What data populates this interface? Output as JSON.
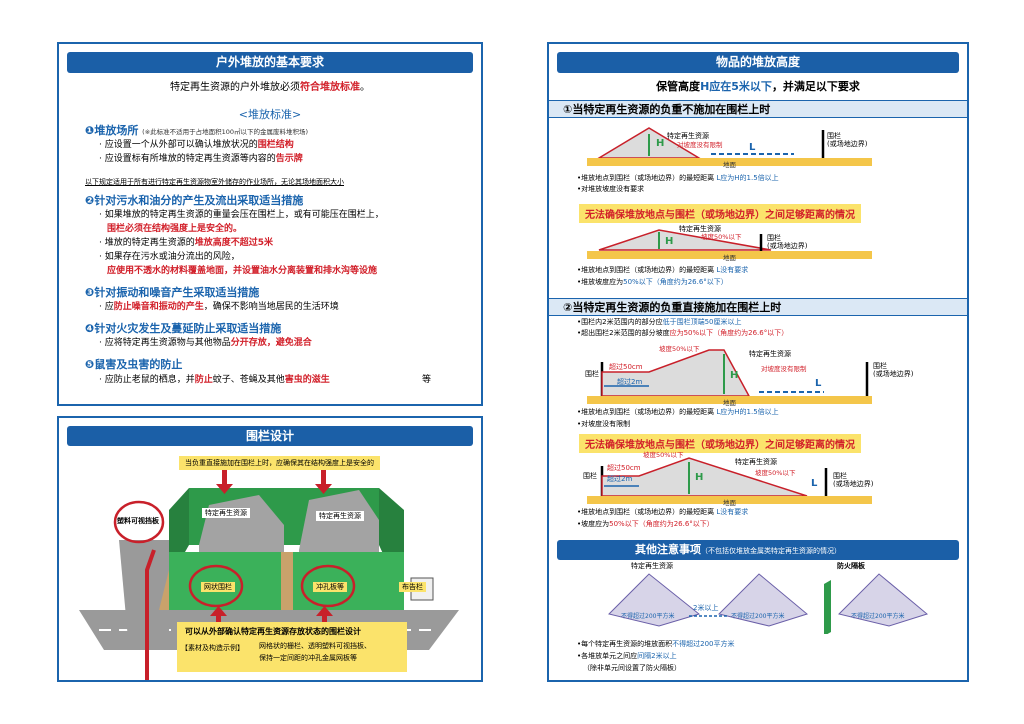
{
  "left_top": {
    "title": "户外堆放的基本要求",
    "intro_pre": "特定再生资源的户外堆放必须",
    "intro_hl": "符合堆放标准",
    "intro_post": "。",
    "std_title": "<堆放标准>",
    "s1_title": "❶堆放场所",
    "s1_note": "(※此标准不适用于占地面积100㎡以下的金属废料堆积场)",
    "s1_l1_pre": "· 应设置一个从外部可以确认堆放状况的",
    "s1_l1_hl": "围栏结构",
    "s1_l2_pre": "· 应设置标有所堆放的特定再生资源等内容的",
    "s1_l2_hl": "告示牌",
    "rule_note": "以下规定适用于所有进行特定再生资源物室外储存的作业场所，无论其场地面积大小",
    "s2_title": "❷针对污水和油分的产生及流出采取适当措施",
    "s2_l1": "· 如果堆放的特定再生资源的重量会压在围栏上，或有可能压在围栏上，",
    "s2_l2": "围栏必须在结构强度上是安全的。",
    "s2_l3_pre": "· 堆放的特定再生资源的",
    "s2_l3_hl": "堆放高度不超过5米",
    "s2_l4": "· 如果存在污水或油分流出的风险，",
    "s2_l5": "应使用不透水的材料覆盖地面，并设置油水分离装置和排水沟等设施",
    "s3_title": "❸针对振动和噪音产生采取适当措施",
    "s3_l1_pre": "· 应",
    "s3_l1_hl": "防止噪音和振动的产生",
    "s3_l1_post": "，确保不影响当地居民的生活环境",
    "s4_title": "❹针对火灾发生及蔓延防止采取适当措施",
    "s4_l1_pre": "· 应将特定再生资源物与其他物品",
    "s4_l1_hl": "分开存放，避免混合",
    "s5_title": "❺鼠害及虫害的防止",
    "s5_l1_pre": "· 应防止老鼠的栖息，并",
    "s5_l1_hl1": "防止",
    "s5_l1_mid": "蚊子、苍蝇及其他",
    "s5_l1_hl2": "害虫的滋生",
    "s5_etc": "等"
  },
  "left_bottom": {
    "title": "围栏设计",
    "top_note": "当负重直接施加在围栏上时，应确保其在结构强度上是安全的",
    "label_plastic": "塑料可视挡板",
    "label_res1": "特定再生资源",
    "label_res2": "特定再生资源",
    "label_mesh": "网状围栏",
    "label_perf": "冲孔板等",
    "label_sign": "布告栏",
    "bottom_main": "可以从外部确认特定再生资源存放状态的围栏设计",
    "bottom_tag": "【素材及构造示例】",
    "bottom_l1": "网格状的栅栏、透明塑料可视挡板、",
    "bottom_l2": "保持一定间距的冲孔金属网板等"
  },
  "right": {
    "title": "物品的堆放高度",
    "sub_pre": "保管高度",
    "sub_hl": "H应在5米以下",
    "sub_post": "，并满足以下要求",
    "sec1": "①当特定再生资源的负重不施加在围栏上时",
    "res": "特定再生资源",
    "no_limit": "对坡度没有限制",
    "fence": "围栏",
    "fence_sub": "(或场地边界)",
    "ground": "地面",
    "H": "H",
    "L": "L",
    "b1a_pre": "•堆放地点到围栏（或场地边界）的最短距离 ",
    "b1a_hl": "L应为H的1.5倍以上",
    "b1b": "•对堆放坡度没有要求",
    "warn": "无法确保堆放地点与围栏（或场地边界）之间足够距离的情况",
    "slope50": "坡度50%以下",
    "b1c_pre": "•堆放地点到围栏（或场地边界）的最短距离 ",
    "b1c_hl": "L没有要求",
    "b1d_pre": "•堆放坡度应为",
    "b1d_hl": "50%以下（角度约为26.6°以下）",
    "sec2": "②当特定再生资源的负重直接施加在围栏上时",
    "b2a_pre": "•围栏内2米范围内的部分应",
    "b2a_hl": "低于围栏顶端50厘米以上",
    "b2b_pre": "•超出围栏2米范围的部分坡度",
    "b2b_hl": "应为50%以下（角度约为26.6°以下）",
    "over50": "超过50cm",
    "over2m": "超过2m",
    "b2c_pre": "•堆放地点到围栏（或场地边界）的最短距离 ",
    "b2c_hl": "L应为H的1.5倍以上",
    "b2d": "•对坡度没有限制",
    "b2e_pre": "•堆放地点到围栏（或场地边界）的最短距离 ",
    "b2e_hl": "L没有要求",
    "b2f_pre": "•坡度应为",
    "b2f_hl": "50%以下（角度约为26.6°以下）",
    "other_title": "其他注意事项",
    "other_note": "（不包括仅堆放金属类特定再生资源的情况）",
    "fire": "防火隔板",
    "area": "不得超过200平方米",
    "gap": "2米以上",
    "o1_pre": "•每个特定再生资源的堆放面积",
    "o1_hl": "不得超过200平方米",
    "o2_pre": "•各堆放单元之间应",
    "o2_hl": "间隔2米以上",
    "o3": "（除非单元间设置了防火隔板）"
  }
}
